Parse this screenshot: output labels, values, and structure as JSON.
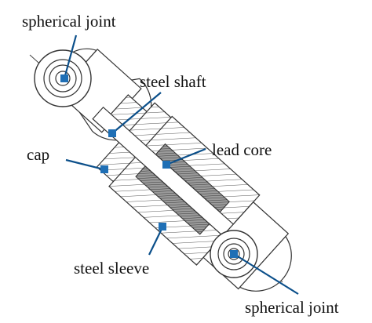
{
  "labels": {
    "spherical_joint_top": "spherical joint",
    "steel_shaft": "steel shaft",
    "lead_core": "lead core",
    "cap": "cap",
    "steel_sleeve": "steel sleeve",
    "spherical_joint_bottom": "spherical joint"
  },
  "colors": {
    "leader": "#0b4f8a",
    "marker": "#1f6fb5",
    "line": "#333333",
    "core_fill": "#8a8a8a"
  }
}
